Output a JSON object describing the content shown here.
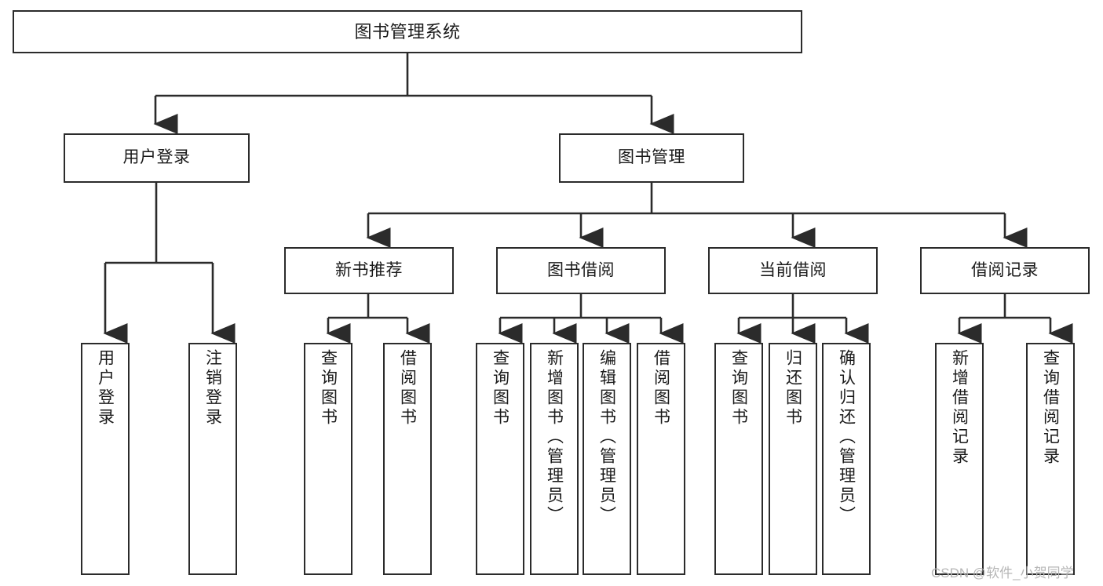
{
  "diagram": {
    "title": "图书管理系统",
    "watermark": "CSDN @软件_小贺同学",
    "root": {
      "label": "图书管理系统"
    },
    "level2": [
      {
        "id": "user-login",
        "label": "用户登录"
      },
      {
        "id": "book-manage",
        "label": "图书管理"
      }
    ],
    "level3": [
      {
        "id": "new-book-recommend",
        "label": "新书推荐"
      },
      {
        "id": "book-borrow",
        "label": "图书借阅"
      },
      {
        "id": "current-borrow",
        "label": "当前借阅"
      },
      {
        "id": "borrow-record",
        "label": "借阅记录"
      }
    ],
    "leaves": {
      "user_login": [
        {
          "id": "leaf-user-login",
          "label": "用户登录"
        },
        {
          "id": "leaf-user-logout",
          "label": "注销登录"
        }
      ],
      "new_book_recommend": [
        {
          "id": "leaf-query-book-1",
          "label": "查询图书"
        },
        {
          "id": "leaf-borrow-book-1",
          "label": "借阅图书"
        }
      ],
      "book_borrow": [
        {
          "id": "leaf-query-book-2",
          "label": "查询图书"
        },
        {
          "id": "leaf-add-book",
          "label": "新增图书（管理员）"
        },
        {
          "id": "leaf-edit-book",
          "label": "编辑图书（管理员）"
        },
        {
          "id": "leaf-borrow-book-2",
          "label": "借阅图书"
        }
      ],
      "current_borrow": [
        {
          "id": "leaf-query-book-3",
          "label": "查询图书"
        },
        {
          "id": "leaf-return-book",
          "label": "归还图书"
        },
        {
          "id": "leaf-confirm-return",
          "label": "确认归还（管理员）"
        }
      ],
      "borrow_record": [
        {
          "id": "leaf-add-record",
          "label": "新增借阅记录"
        },
        {
          "id": "leaf-query-record",
          "label": "查询借阅记录"
        }
      ]
    },
    "colors": {
      "stroke": "#2b2b2b",
      "fill": "#ffffff",
      "text": "#1a1a1a",
      "watermark": "#b6b6b6"
    }
  }
}
